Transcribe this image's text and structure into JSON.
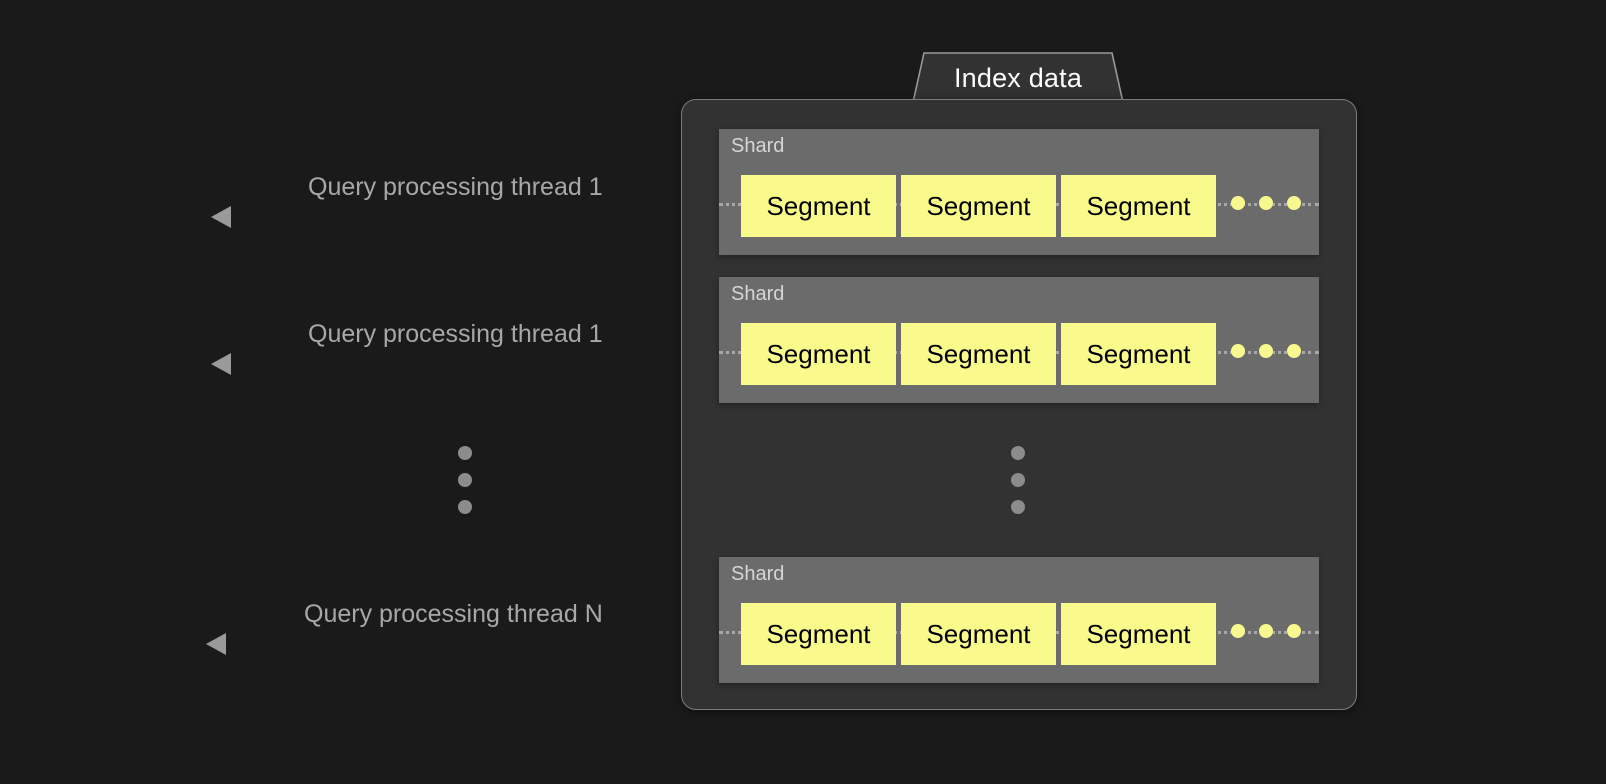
{
  "diagram": {
    "title": "Index data",
    "tab": {
      "label": "Index data"
    },
    "threads": [
      {
        "label": "Query processing thread 1",
        "arrow_icon": "arrow-left-icon"
      },
      {
        "label": "Query processing thread 1",
        "arrow_icon": "arrow-left-icon"
      },
      {
        "label": "Query processing thread N",
        "arrow_icon": "arrow-left-icon"
      }
    ],
    "thread_ellipsis": {
      "icon": "vertical-ellipsis-icon",
      "dots": 3
    },
    "shard_ellipsis": {
      "icon": "vertical-ellipsis-icon",
      "dots": 3
    },
    "shards": [
      {
        "label": "Shard",
        "segments": [
          "Segment",
          "Segment",
          "Segment"
        ],
        "more_icon": "horizontal-ellipsis-icon",
        "more_dots": 3
      },
      {
        "label": "Shard",
        "segments": [
          "Segment",
          "Segment",
          "Segment"
        ],
        "more_icon": "horizontal-ellipsis-icon",
        "more_dots": 3
      },
      {
        "label": "Shard",
        "segments": [
          "Segment",
          "Segment",
          "Segment"
        ],
        "more_icon": "horizontal-ellipsis-icon",
        "more_dots": 3
      }
    ],
    "colors": {
      "background": "#1a1a1a",
      "panel": "#323232",
      "panel_border": "#7d7d7d",
      "shard": "#6b6b6b",
      "segment": "#fafa8c",
      "segment_text": "#000000",
      "label_text": "#a8a8a8",
      "shard_label_text": "#d6d6d6",
      "title_text": "#ffffff",
      "arrow": "#9a9a9a",
      "ellipsis_gray": "#8c8c8c",
      "ellipsis_yellow": "#f8f88e"
    }
  }
}
